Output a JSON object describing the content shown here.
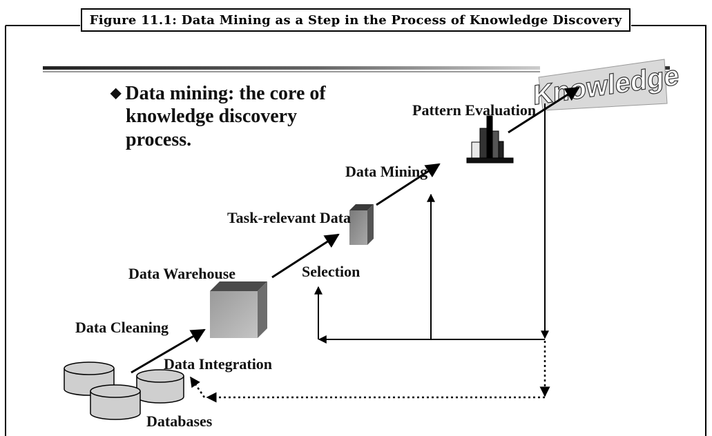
{
  "figure": {
    "caption": "Figure 11.1: Data Mining as a Step in the Process of Knowledge Discovery"
  },
  "slide": {
    "bullet_glyph": "◆",
    "bullet_line1": "Data mining: the core of",
    "bullet_line2": "knowledge discovery",
    "bullet_line3": "process.",
    "knowledge_logo": "Knowledge"
  },
  "diagram": {
    "nodes": {
      "databases": "Databases",
      "data_integration": "Data Integration",
      "data_cleaning": "Data Cleaning",
      "data_warehouse": "Data Warehouse",
      "selection": "Selection",
      "task_relevant_data": "Task-relevant Data",
      "data_mining": "Data Mining",
      "pattern_evaluation": "Pattern Evaluation"
    }
  }
}
